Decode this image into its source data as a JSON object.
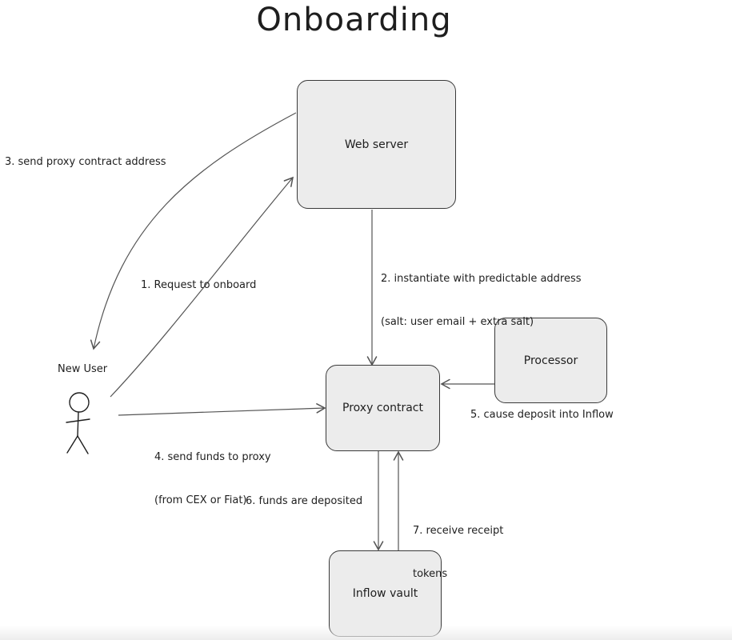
{
  "title": "Onboarding",
  "nodes": {
    "web_server": "Web server",
    "processor": "Processor",
    "proxy_contract": "Proxy contract",
    "inflow_vault": "Inflow vault",
    "new_user": "New User"
  },
  "edges": {
    "request_onboard": "1. Request to onboard",
    "instantiate_line1": "2. instantiate with predictable address",
    "instantiate_line2": "(salt: user email + extra salt)",
    "send_proxy_address": "3. send proxy contract address",
    "send_funds_line1": "4. send funds to proxy",
    "send_funds_line2": "(from CEX or Fiat)",
    "cause_deposit": "5. cause deposit into Inflow",
    "funds_deposited": "6. funds are deposited",
    "receive_receipt_line1": "7. receive receipt",
    "receive_receipt_line2": "tokens"
  },
  "colors": {
    "box_fill": "#ececec",
    "stroke": "#3a3a3a",
    "arrow": "#555555",
    "text": "#1e1e1e"
  }
}
